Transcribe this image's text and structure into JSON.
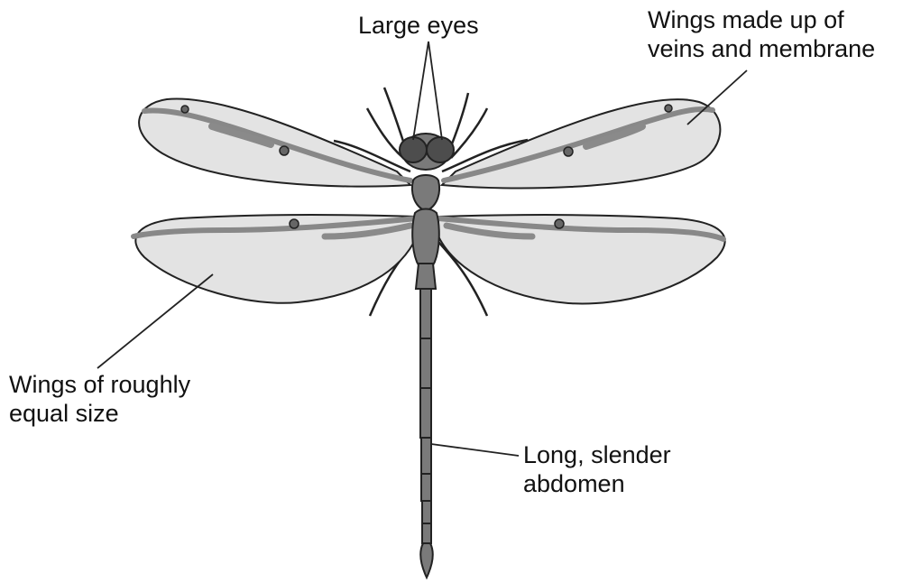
{
  "labels": {
    "large_eyes": "Large eyes",
    "wings_veins": [
      "Wings made up of",
      "veins and membrane"
    ],
    "wings_size": [
      "Wings of roughly",
      "equal size"
    ],
    "abdomen": [
      "Long, slender",
      "abdomen"
    ]
  },
  "colors": {
    "background": "#ffffff",
    "membrane": "#e3e3e3",
    "vein": "#8a8a8a",
    "body": "#7a7a7a",
    "eye": "#4d4d4d",
    "outline": "#222222"
  }
}
